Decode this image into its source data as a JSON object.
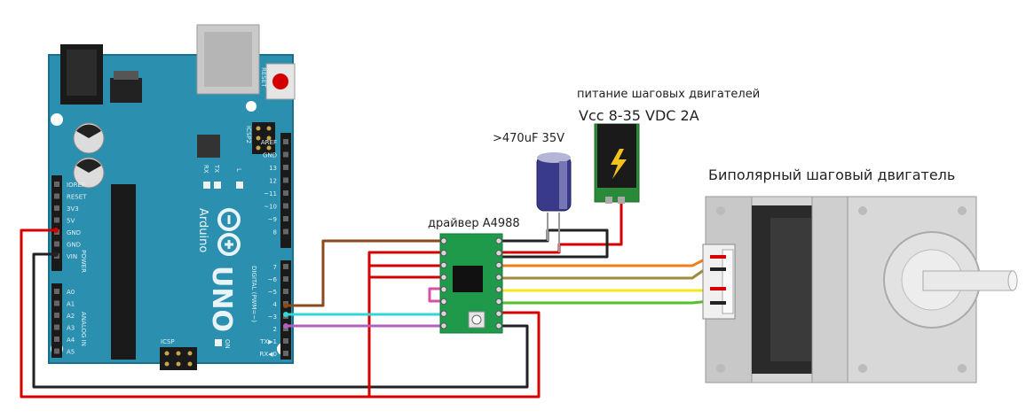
{
  "labels": {
    "motor_power_title": "питание шаговых двигателей",
    "motor_power_spec": "Vcc 8-35 VDC 2A",
    "capacitor": ">470uF 35V",
    "stepper_title": "Биполярный шаговый двигатель",
    "driver_title": "драйвер A4988"
  },
  "arduino": {
    "brand": "Arduino",
    "model": "UNO",
    "reset": "RESET",
    "icsp2": "ICSP2",
    "icsp": "ICSP",
    "tx": "TX",
    "rx": "RX",
    "l": "L",
    "on": "ON",
    "digital_header": "DIGITAL (PWM=~)",
    "power_header": "POWER",
    "analog_header": "ANALOG IN",
    "power_pins": [
      "IOREF",
      "RESET",
      "3V3",
      "5V",
      "GND",
      "GND",
      "VIN"
    ],
    "analog_pins": [
      "A0",
      "A1",
      "A2",
      "A3",
      "A4",
      "A5"
    ],
    "digital_upper_pins": [
      "AREF",
      "GND",
      "13",
      "12",
      "~11",
      "~10",
      "~9",
      "8"
    ],
    "digital_lower_pins": [
      "7",
      "~6",
      "~5",
      "4",
      "~3",
      "2",
      "TX▶1",
      "RX◀0"
    ]
  },
  "colors": {
    "board": "#2b8fb0",
    "board_dark": "#1c6f8a",
    "wire_red": "#d40000",
    "wire_black": "#222222",
    "wire_brown": "#8a4a1c",
    "wire_cyan": "#33d6d6",
    "wire_purple": "#b35fc0",
    "wire_orange": "#f07f1a",
    "wire_olive": "#a08a3c",
    "wire_yellow": "#f3e81c",
    "wire_green": "#55c02a",
    "driver_pcb": "#1f9a4a",
    "motor_body": "#b8b8b8"
  }
}
